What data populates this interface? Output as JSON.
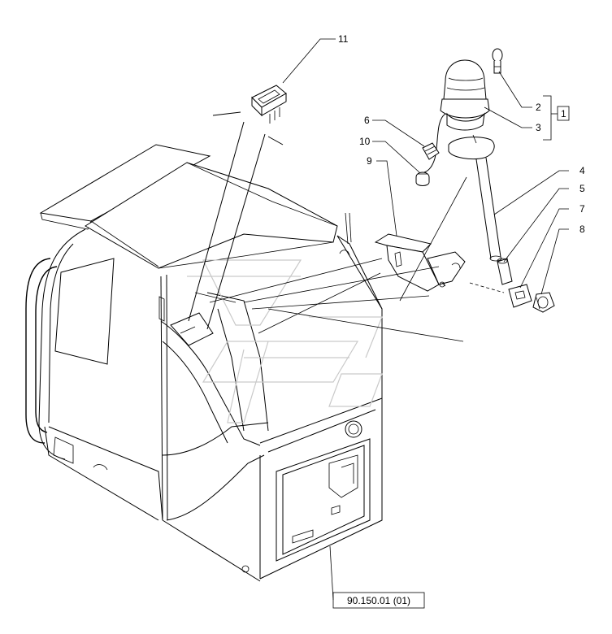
{
  "callouts": {
    "c1": "1",
    "c2": "2",
    "c3": "3",
    "c4": "4",
    "c5": "5",
    "c6": "6",
    "c7": "7",
    "c8": "8",
    "c9": "9",
    "c10": "10",
    "c11": "11"
  },
  "reference": "90.150.01 (01)"
}
